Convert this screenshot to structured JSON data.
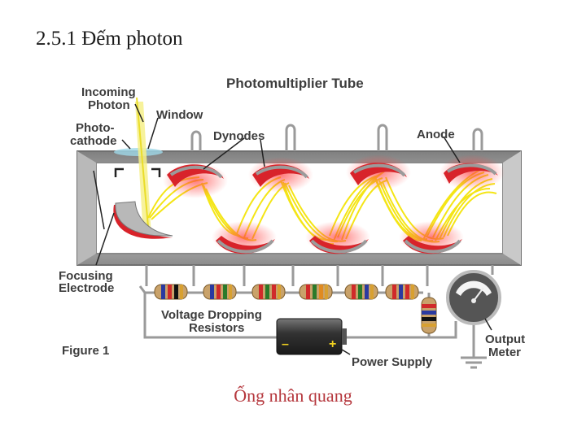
{
  "heading": "2.5.1  Đếm photon",
  "caption": "Ống nhân quang",
  "diagram": {
    "title": "Photomultiplier Tube",
    "labels": {
      "incoming_photon_1": "Incoming",
      "incoming_photon_2": "Photon",
      "window": "Window",
      "photocathode_1": "Photo-",
      "photocathode_2": "cathode",
      "dynodes": "Dynodes",
      "anode": "Anode",
      "focusing_1": "Focusing",
      "focusing_2": "Electrode",
      "resistors_1": "Voltage Dropping",
      "resistors_2": "Resistors",
      "figure": "Figure 1",
      "power_supply": "Power Supply",
      "output_meter_1": "Output",
      "output_meter_2": "Meter",
      "minus": "–",
      "plus": "+"
    }
  },
  "colors": {
    "tube": "#a9a9a9",
    "dynode": "#d8232a",
    "electron": "#f4e516",
    "photon": "#f6f08a"
  }
}
